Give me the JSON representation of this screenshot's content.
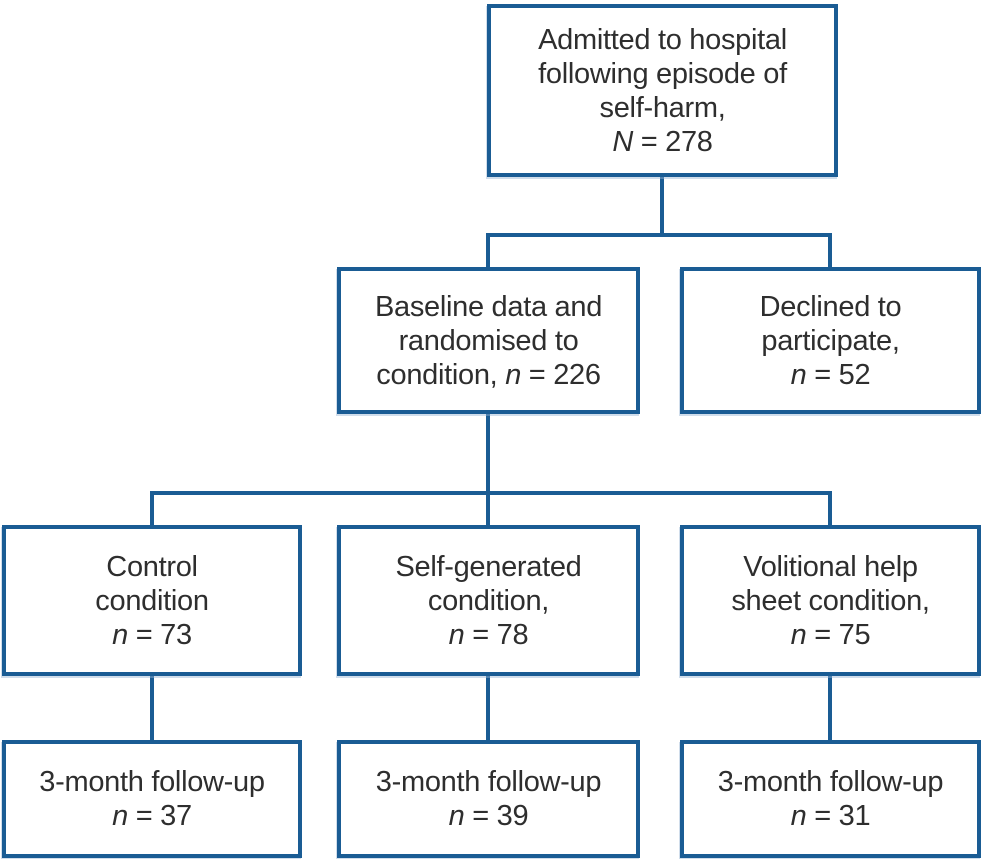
{
  "diagram": {
    "type": "consort-participant-flowchart",
    "colors": {
      "box_border": "#1a5c94",
      "connector": "#1a5c94",
      "text": "#2e2e2e",
      "background": "#ffffff"
    },
    "boxes": {
      "admitted": {
        "lines": [
          "Admitted to hospital",
          "following episode of",
          "self-harm,"
        ],
        "stat": {
          "pre": "",
          "var": "N",
          "rest": " = 278"
        }
      },
      "baseline": {
        "lines": [
          "Baseline data and",
          "randomised to"
        ],
        "stat": {
          "pre": "condition, ",
          "var": "n",
          "rest": " = 226"
        }
      },
      "declined": {
        "lines": [
          "Declined to",
          "participate,"
        ],
        "stat": {
          "pre": "",
          "var": "n",
          "rest": " = 52"
        }
      },
      "control": {
        "lines": [
          "Control",
          "condition"
        ],
        "stat": {
          "pre": "",
          "var": "n",
          "rest": " = 73"
        }
      },
      "self_generated": {
        "lines": [
          "Self-generated",
          "condition,"
        ],
        "stat": {
          "pre": "",
          "var": "n",
          "rest": " = 78"
        }
      },
      "volitional": {
        "lines": [
          "Volitional help",
          "sheet condition,"
        ],
        "stat": {
          "pre": "",
          "var": "n",
          "rest": " = 75"
        }
      },
      "followup_control": {
        "lines": [
          "3-month follow-up"
        ],
        "stat": {
          "pre": "",
          "var": "n",
          "rest": " = 37"
        }
      },
      "followup_self_generated": {
        "lines": [
          "3-month follow-up"
        ],
        "stat": {
          "pre": "",
          "var": "n",
          "rest": " = 39"
        }
      },
      "followup_volitional": {
        "lines": [
          "3-month follow-up"
        ],
        "stat": {
          "pre": "",
          "var": "n",
          "rest": " = 31"
        }
      }
    }
  }
}
